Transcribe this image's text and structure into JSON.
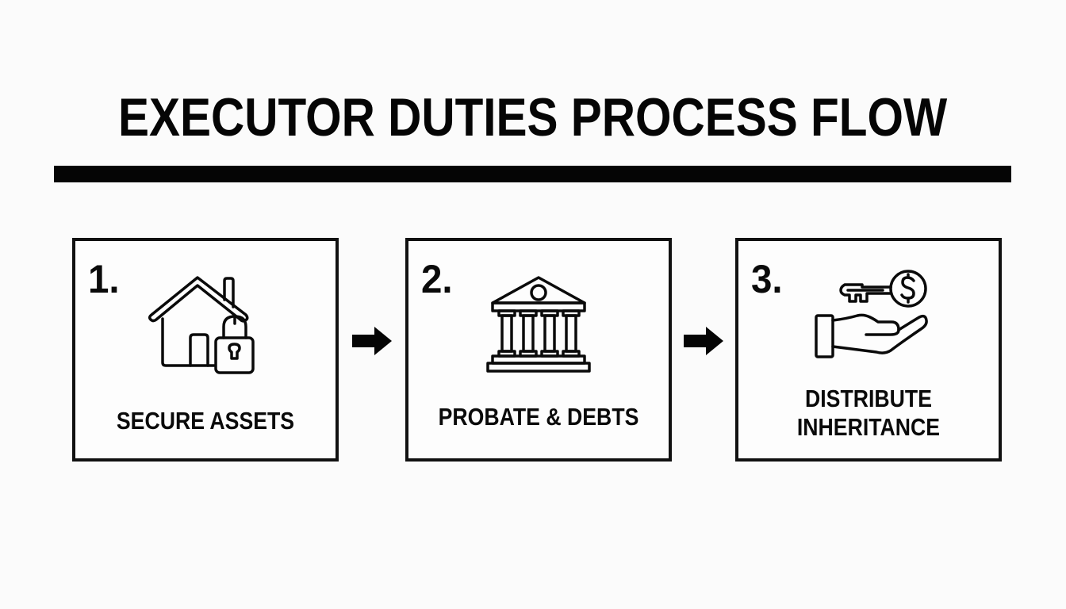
{
  "diagram": {
    "title": "EXECUTOR DUTIES PROCESS FLOW",
    "colors": {
      "ink": "#0a0a0a",
      "background": "#fbfbfb"
    },
    "steps": [
      {
        "number": "1.",
        "label": "SECURE ASSETS",
        "icon": "house-lock-icon"
      },
      {
        "number": "2.",
        "label": "PROBATE & DEBTS",
        "icon": "courthouse-icon"
      },
      {
        "number": "3.",
        "label_line1": "DISTRIBUTE",
        "label_line2": "INHERITANCE",
        "icon": "hand-key-dollar-icon"
      }
    ],
    "connectors": [
      {
        "from": "1",
        "to": "2",
        "icon": "arrow-right-icon"
      },
      {
        "from": "2",
        "to": "3",
        "icon": "arrow-right-icon"
      }
    ]
  }
}
